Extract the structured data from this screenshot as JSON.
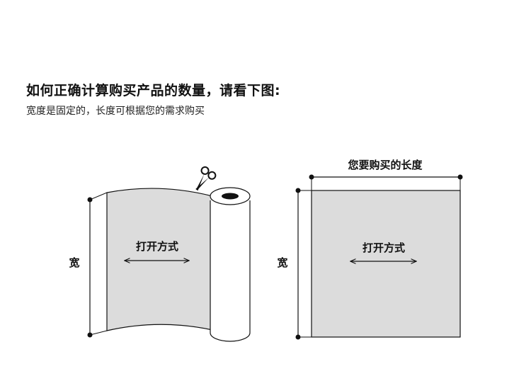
{
  "header": {
    "title": "如何正确计算购买产品的数量，请看下图:",
    "subtitle": "宽度是固定的，长度可根据您的需求购买"
  },
  "left_diagram": {
    "width_label": "宽",
    "open_label": "打开方式"
  },
  "right_diagram": {
    "width_label": "宽",
    "open_label": "打开方式",
    "length_label": "您要购买的长度"
  },
  "colors": {
    "fill": "#dcdcdc",
    "stroke": "#111111"
  }
}
